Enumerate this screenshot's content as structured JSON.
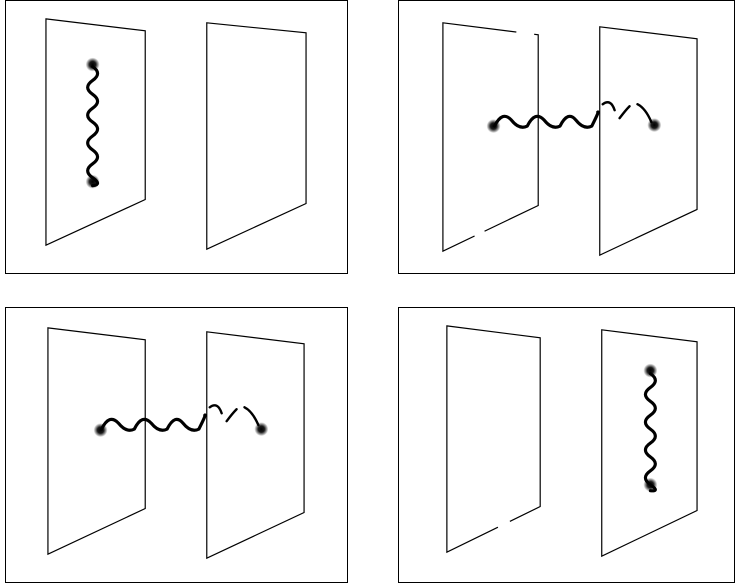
{
  "figure": {
    "description_panels": [
      {
        "id": "a",
        "string": "attached-left-vertical"
      },
      {
        "id": "b",
        "string": "stretched-between-branes"
      },
      {
        "id": "c",
        "string": "stretched-between-branes"
      },
      {
        "id": "d",
        "string": "attached-right-vertical"
      }
    ]
  },
  "colors": {
    "ink": "#000000",
    "paper": "#ffffff"
  }
}
